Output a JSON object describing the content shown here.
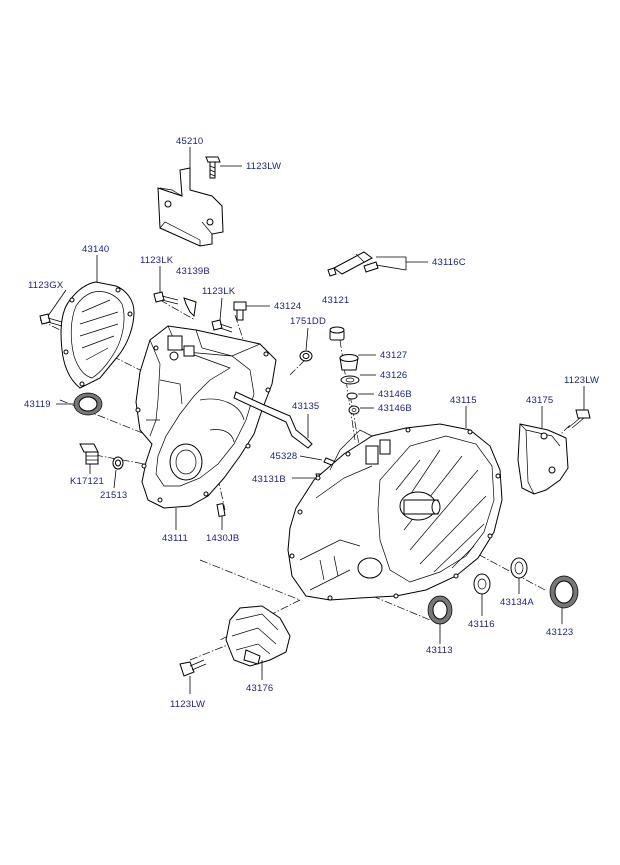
{
  "labels": {
    "p45210": "45210",
    "p1123lw_top": "1123LW",
    "p43140": "43140",
    "p1123lk_a": "1123LK",
    "p43139b": "43139B",
    "p1123gx": "1123GX",
    "p1123lk_b": "1123LK",
    "p43124": "43124",
    "p43121": "43121",
    "p43116c": "43116C",
    "p1751dd": "1751DD",
    "p43127": "43127",
    "p43126": "43126",
    "p43146b_a": "43146B",
    "p43146b_b": "43146B",
    "p43119": "43119",
    "p43135": "43135",
    "p43115": "43115",
    "p43175": "43175",
    "p1123lw_right": "1123LW",
    "pk17121": "K17121",
    "p45328": "45328",
    "p21513": "21513",
    "p43131b": "43131B",
    "p43111": "43111",
    "p1430jb": "1430JB",
    "p43134a": "43134A",
    "p43116": "43116",
    "p43123": "43123",
    "p43113": "43113",
    "p43176": "43176",
    "p1123lw_bottom": "1123LW"
  }
}
